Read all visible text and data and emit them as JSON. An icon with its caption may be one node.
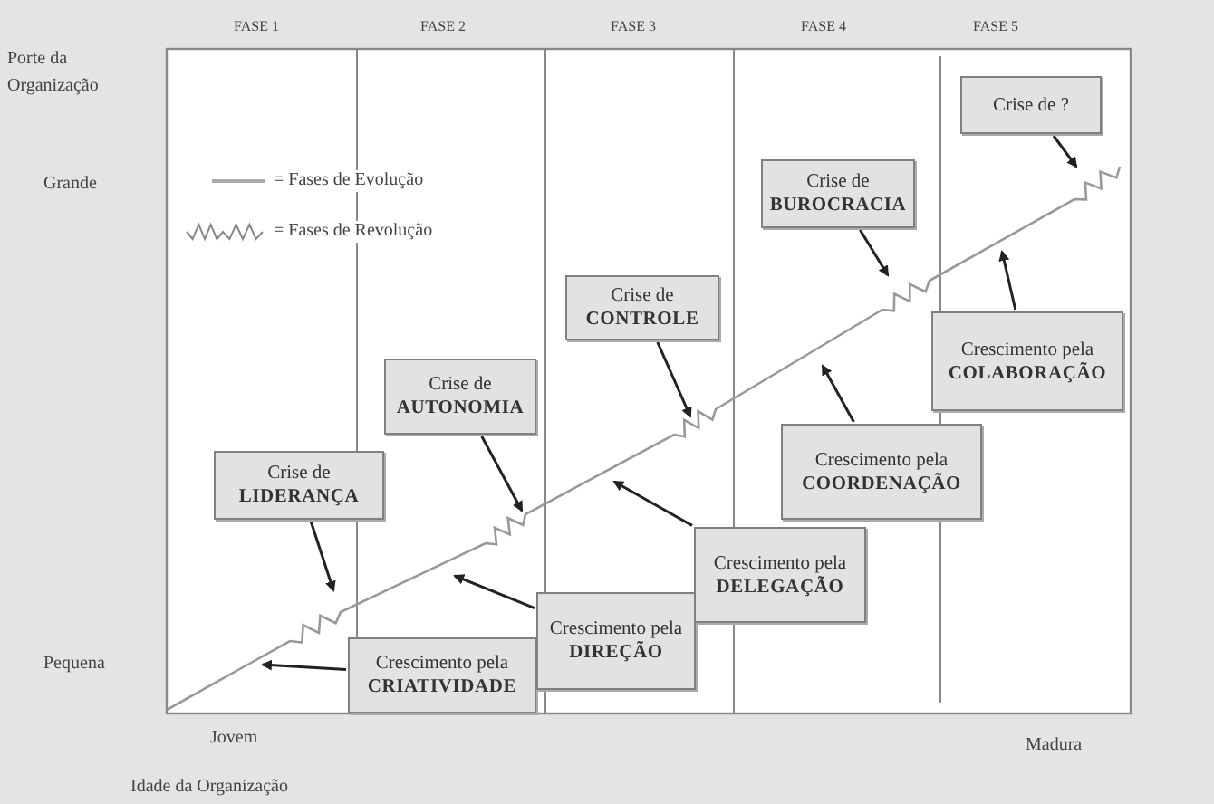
{
  "diagram": {
    "nodes": [
      {
        "text": [
          "Crise de **LIDERANÇA**"
        ]
      },
      {
        "text": [
          "Crescimento pela **CRIATIVIDADE**"
        ]
      },
      {
        "text": [
          "Crise de **AUTONOMIA**"
        ]
      },
      {
        "text": [
          "Crescimento pela **DIREÇÃO**"
        ]
      },
      {
        "text": [
          "Crise de **CONTROLE**"
        ]
      },
      {
        "text": [
          "Crescimento pela **DELEGAÇÃO**"
        ]
      },
      {
        "text": [
          "Crise de **BUROCRACIA**"
        ]
      },
      {
        "text": [
          "Crescimento pela **COORDENAÇÃO**"
        ]
      },
      {
        "text": [
          "Crise de ?"
        ]
      },
      {
        "text": [
          "Crescimento pela **COLABORAÇÃO**"
        ]
      }
    ],
    "edges": [
      {
        "from": 0,
        "to": null,
        "arrow": "to"
      },
      {
        "from": 1,
        "to": null,
        "arrow": "to"
      },
      {
        "from": 2,
        "to": null,
        "arrow": "to"
      },
      {
        "from": 3,
        "to": null,
        "arrow": "to"
      },
      {
        "from": 4,
        "to": null,
        "arrow": "to"
      },
      {
        "from": 5,
        "to": null,
        "arrow": "to"
      },
      {
        "from": 6,
        "to": null,
        "arrow": "to"
      },
      {
        "from": 7,
        "to": null,
        "arrow": "to"
      },
      {
        "from": 8,
        "to": null,
        "arrow": "to"
      },
      {
        "from": 9,
        "to": null,
        "arrow": "to"
      }
    ],
    "labels": [
      "FASE 1",
      "FASE 2",
      "FASE 3",
      "FASE 4",
      "FASE 5",
      "Porte da Organização",
      "Grande",
      "Pequena",
      "Jovem",
      "Madura",
      "Idade da Organização"
    ],
    "legend": [
      {
        "text": "= Fases de Evolução"
      },
      {
        "text": "= Fases de Revolução"
      }
    ]
  }
}
